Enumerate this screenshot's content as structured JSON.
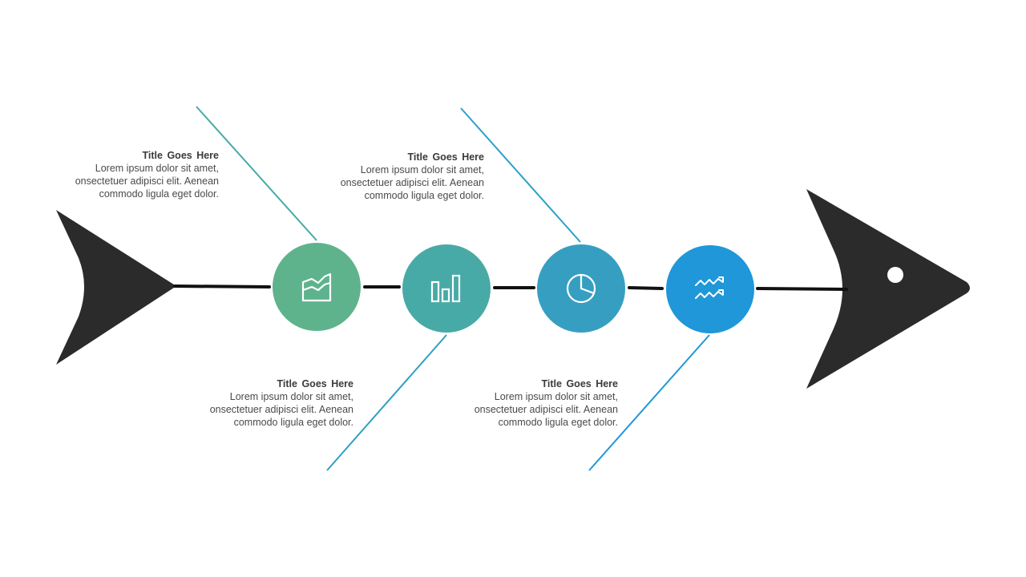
{
  "colors": {
    "fish": "#2b2b2b",
    "spine": "#111111",
    "eye": "#ffffff",
    "node1": "#5eb38d",
    "node2": "#48aaa6",
    "node3": "#369fc1",
    "node4": "#1f97d9",
    "bone1": "#48aaa6",
    "bone2": "#2f9fc4",
    "bone3": "#2ba0c8",
    "bone4": "#1f97d9"
  },
  "nodes": [
    {
      "icon": "area-chart-icon"
    },
    {
      "icon": "bar-chart-icon"
    },
    {
      "icon": "pie-chart-icon"
    },
    {
      "icon": "line-chart-icon"
    }
  ],
  "labels": [
    {
      "title": "Title Goes Here",
      "lines": [
        "Lorem ipsum dolor sit amet,",
        "onsectetuer  adipisci elit. Aenean",
        "commodo  ligula eget  dolor."
      ]
    },
    {
      "title": "Title Goes Here",
      "lines": [
        "Lorem ipsum dolor sit amet,",
        "onsectetuer  adipisci elit. Aenean",
        "commodo  ligula eget  dolor."
      ]
    },
    {
      "title": "Title Goes Here",
      "lines": [
        "Lorem ipsum dolor sit amet,",
        "onsectetuer  adipisci elit. Aenean",
        "commodo  ligula eget  dolor."
      ]
    },
    {
      "title": "Title Goes Here",
      "lines": [
        "Lorem ipsum dolor sit amet,",
        "onsectetuer  adipisci elit. Aenean",
        "commodo  ligula eget  dolor."
      ]
    }
  ]
}
